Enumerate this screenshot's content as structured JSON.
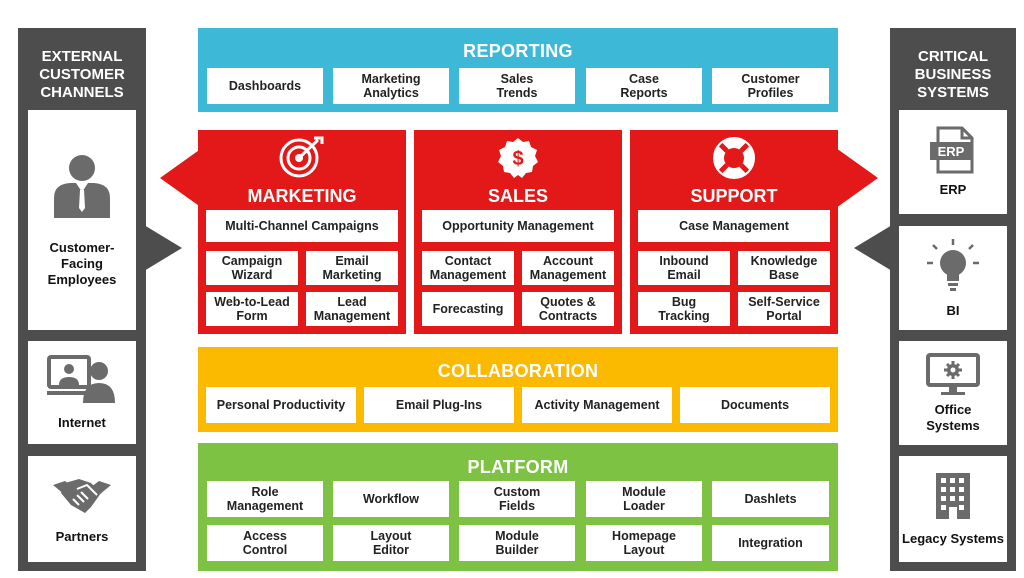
{
  "left": {
    "title": "EXTERNAL\nCUSTOMER\nCHANNELS",
    "items": [
      {
        "label": "Customer-\nFacing\nEmployees",
        "icon": "employee-icon"
      },
      {
        "label": "Internet",
        "icon": "internet-users-icon"
      },
      {
        "label": "Partners",
        "icon": "handshake-icon"
      }
    ]
  },
  "right": {
    "title": "CRITICAL\nBUSINESS\nSYSTEMS",
    "items": [
      {
        "label": "ERP",
        "icon": "erp-document-icon",
        "icon_text": "ERP"
      },
      {
        "label": "BI",
        "icon": "lightbulb-icon"
      },
      {
        "label": "Office\nSystems",
        "icon": "monitor-gear-icon"
      },
      {
        "label": "Legacy Systems",
        "icon": "building-icon"
      }
    ]
  },
  "reporting": {
    "title": "REPORTING",
    "color": "#3db8d6",
    "items": [
      "Dashboards",
      "Marketing\nAnalytics",
      "Sales\nTrends",
      "Case\nReports",
      "Customer\nProfiles"
    ]
  },
  "marketing": {
    "title": "MARKETING",
    "icon": "target-icon",
    "wide": "Multi-Channel Campaigns",
    "items": [
      "Campaign\nWizard",
      "Email\nMarketing",
      "Web-to-Lead\nForm",
      "Lead\nManagement"
    ]
  },
  "sales": {
    "title": "SALES",
    "icon": "dollar-badge-icon",
    "icon_text": "$",
    "wide": "Opportunity Management",
    "items": [
      "Contact\nManagement",
      "Account\nManagement",
      "Forecasting",
      "Quotes &\nContracts"
    ]
  },
  "support": {
    "title": "SUPPORT",
    "icon": "lifebuoy-icon",
    "wide": "Case Management",
    "items": [
      "Inbound\nEmail",
      "Knowledge\nBase",
      "Bug\nTracking",
      "Self-Service\nPortal"
    ]
  },
  "collaboration": {
    "title": "COLLABORATION",
    "color": "#fbb900",
    "items": [
      "Personal Productivity",
      "Email Plug-Ins",
      "Activity Management",
      "Documents"
    ]
  },
  "platform": {
    "title": "PLATFORM",
    "color": "#7dc242",
    "items": [
      "Role\nManagement",
      "Workflow",
      "Custom\nFields",
      "Module\nLoader",
      "Dashlets",
      "Access\nControl",
      "Layout\nEditor",
      "Module\nBuilder",
      "Homepage\nLayout",
      "Integration"
    ]
  },
  "colors": {
    "red": "#e31818",
    "dark": "#4d4d4d",
    "icon_gray": "#6b6b6b"
  }
}
